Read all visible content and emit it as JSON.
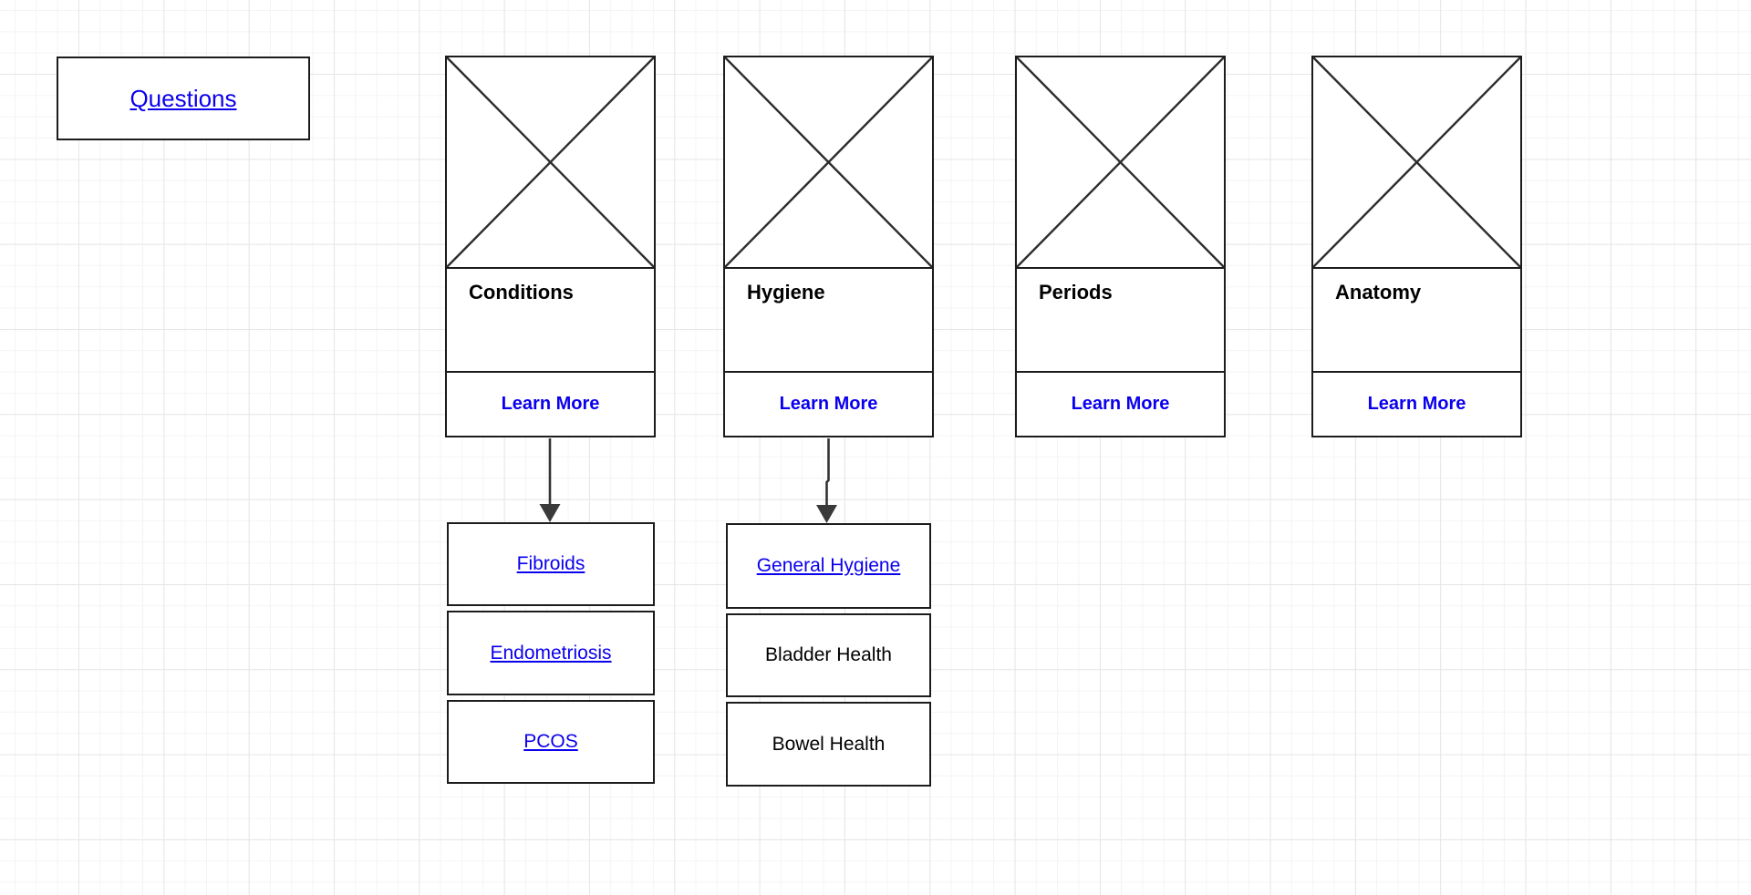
{
  "colors": {
    "link_blue": "#0b00ee",
    "shape_border": "#1c1c1c",
    "arrow": "#333333",
    "grid_minor": "#f4f4f4",
    "grid_major": "#e6e6e6",
    "canvas_background": "#ffffff"
  },
  "questions_box": {
    "label": "Questions"
  },
  "cards": [
    {
      "id": "conditions",
      "title": "Conditions",
      "cta": "Learn More",
      "image_placeholder": "image-placeholder-x"
    },
    {
      "id": "hygiene",
      "title": "Hygiene",
      "cta": "Learn More",
      "image_placeholder": "image-placeholder-x"
    },
    {
      "id": "periods",
      "title": "Periods",
      "cta": "Learn More",
      "image_placeholder": "image-placeholder-x"
    },
    {
      "id": "anatomy",
      "title": "Anatomy",
      "cta": "Learn More",
      "image_placeholder": "image-placeholder-x"
    }
  ],
  "sublists": [
    {
      "parent": "conditions",
      "items": [
        {
          "label": "Fibroids",
          "link": true
        },
        {
          "label": "Endometriosis",
          "link": true
        },
        {
          "label": "PCOS",
          "link": true
        }
      ]
    },
    {
      "parent": "hygiene",
      "items": [
        {
          "label": "General Hygiene",
          "link": true
        },
        {
          "label": "Bladder Health",
          "link": false
        },
        {
          "label": "Bowel Health",
          "link": false
        }
      ]
    }
  ],
  "connectors": [
    {
      "from": "conditions-learn-more",
      "to": "fibroids-box",
      "style": "solid-arrow-down"
    },
    {
      "from": "hygiene-learn-more",
      "to": "general-hygiene-box",
      "style": "solid-arrow-down"
    }
  ]
}
